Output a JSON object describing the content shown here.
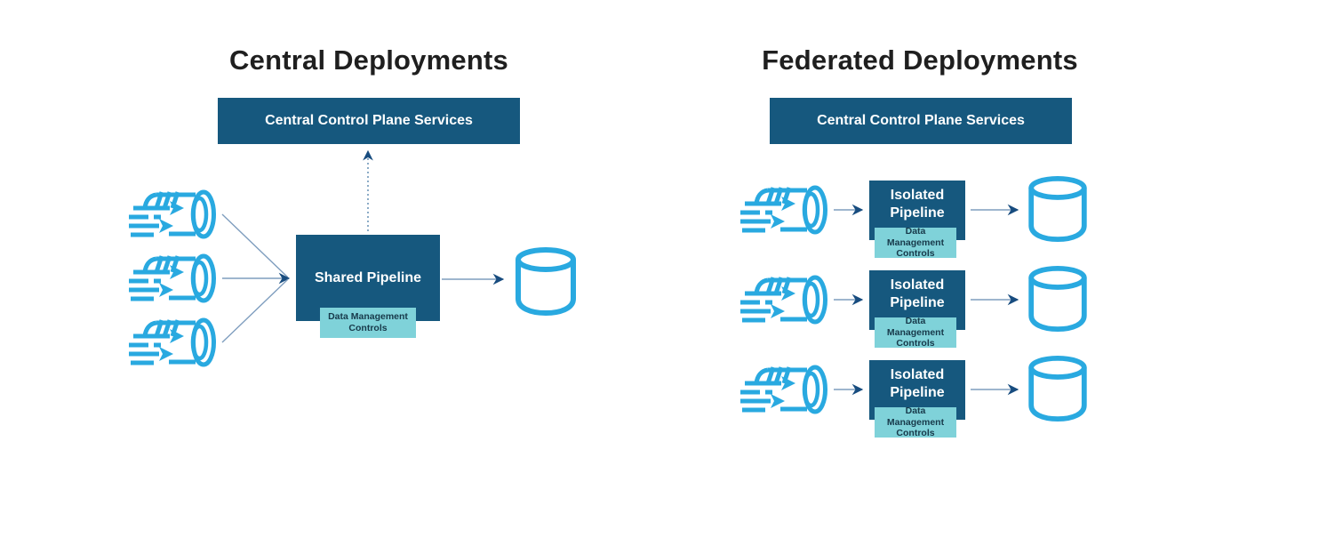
{
  "left_panel": {
    "title": "Central Deployments",
    "control_plane_label": "Central Control Plane Services",
    "pipeline_label": "Shared Pipeline",
    "controls_label": "Data Management Controls"
  },
  "right_panel": {
    "title": "Federated Deployments",
    "control_plane_label": "Central Control Plane Services",
    "rows": [
      {
        "pipeline_label": "Isolated Pipeline",
        "controls_label": "Data Management Controls"
      },
      {
        "pipeline_label": "Isolated Pipeline",
        "controls_label": "Data Management Controls"
      },
      {
        "pipeline_label": "Isolated Pipeline",
        "controls_label": "Data Management Controls"
      }
    ]
  },
  "icons": {
    "source": "data-stream-pipe-icon",
    "sink": "database-cylinder-icon"
  },
  "colors": {
    "box_dark": "#16587E",
    "controls_teal": "#7FD2D9",
    "icon_cyan": "#29A9E0",
    "connector_line": "#7E9DBE",
    "connector_dashed": "#4E7FA9",
    "arrowhead": "#174C7F",
    "title_text": "#1F1F1F",
    "label_text_light": "#FFFFFF",
    "controls_text": "#17394A"
  }
}
